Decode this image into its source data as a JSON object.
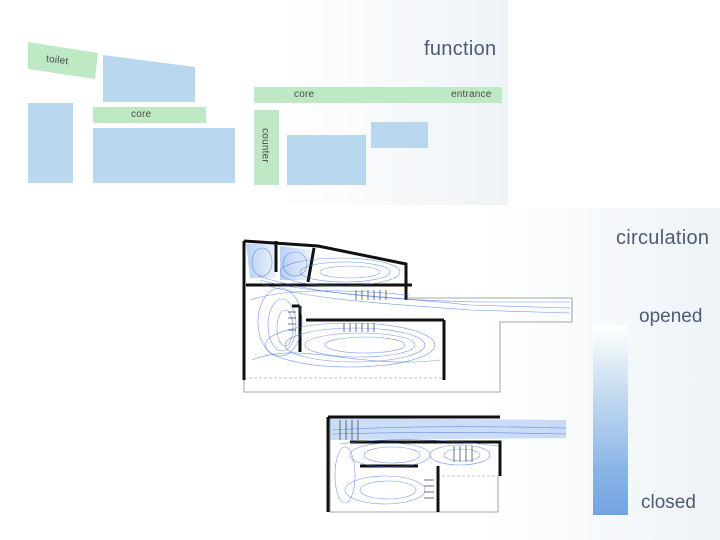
{
  "function_panel": {
    "title": "function",
    "labels": {
      "toilet": "toilet",
      "core_left": "core",
      "core_right": "core",
      "entrance": "entrance",
      "counter": "counter"
    }
  },
  "circulation_panel": {
    "title": "circulation",
    "legend": {
      "opened": "opened",
      "closed": "closed"
    }
  },
  "colors": {
    "zone_blue": "#b9d7ee",
    "zone_green": "#bfe8c4",
    "flow_blue": "#3f6fd8",
    "wall": "#111111",
    "title_text": "#4f5a73"
  }
}
